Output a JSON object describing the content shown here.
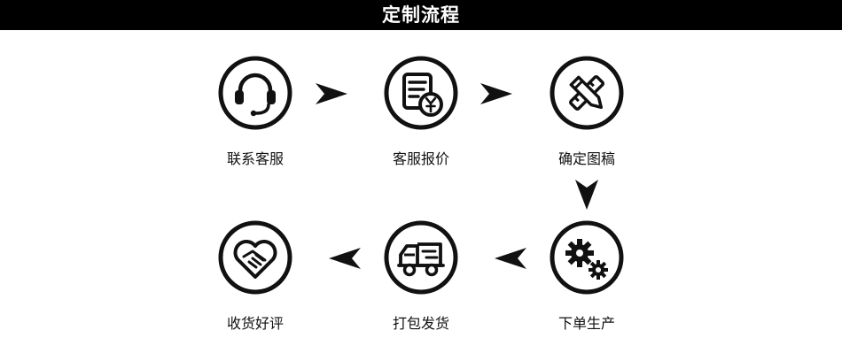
{
  "header": {
    "title": "定制流程"
  },
  "steps": [
    {
      "label": "联系客服",
      "icon": "headset-icon"
    },
    {
      "label": "客服报价",
      "icon": "price-quote-icon"
    },
    {
      "label": "确定图稿",
      "icon": "pencil-ruler-icon"
    },
    {
      "label": "下单生产",
      "icon": "gears-icon"
    },
    {
      "label": "打包发货",
      "icon": "delivery-truck-icon"
    },
    {
      "label": "收货好评",
      "icon": "heart-handshake-icon"
    }
  ],
  "colors": {
    "ink": "#111111",
    "header_bg": "#000000",
    "header_text": "#ffffff"
  }
}
